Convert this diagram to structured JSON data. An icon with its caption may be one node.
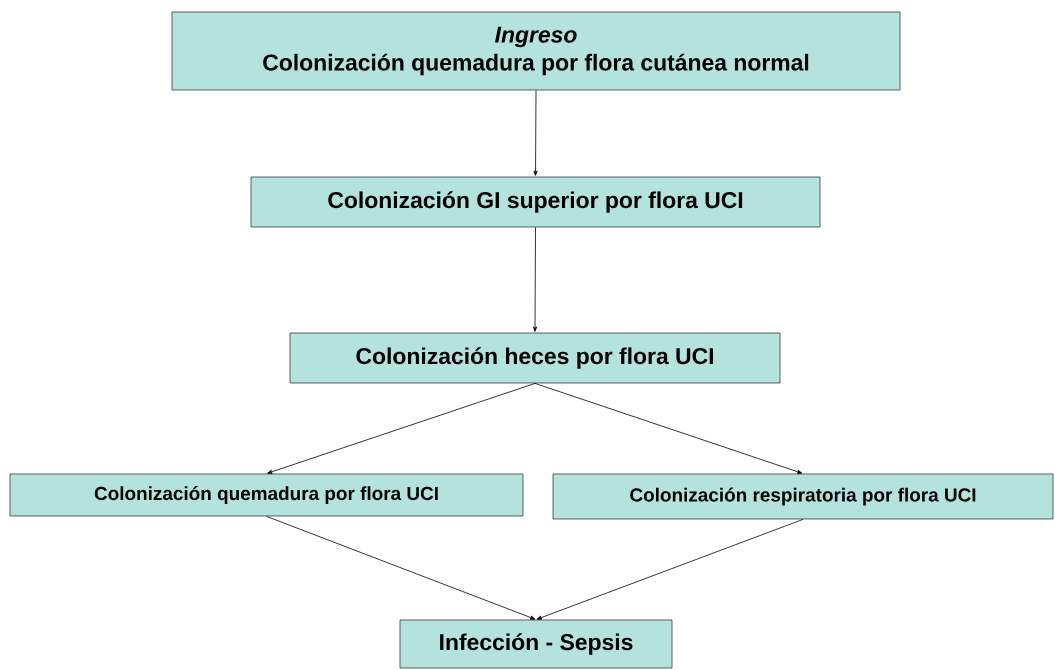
{
  "diagram": {
    "nodes": [
      {
        "text": [
          "Ingreso",
          "Colonización quemadura por flora cutánea normal"
        ]
      },
      {
        "text": [
          "Colonización GI superior por flora UCI"
        ]
      },
      {
        "text": [
          "Colonización heces por flora UCI"
        ]
      },
      {
        "text": [
          "Colonización quemadura por flora UCI"
        ]
      },
      {
        "text": [
          "Colonización respiratoria por flora UCI"
        ]
      },
      {
        "text": [
          "Infección - Sepsis"
        ]
      }
    ],
    "edges": [
      {
        "from": 0,
        "to": 1,
        "arrow": "to"
      },
      {
        "from": 1,
        "to": 2,
        "arrow": "to"
      },
      {
        "from": 2,
        "to": 3,
        "arrow": "to"
      },
      {
        "from": 2,
        "to": 4,
        "arrow": "to"
      },
      {
        "from": 3,
        "to": 5,
        "arrow": "to"
      },
      {
        "from": 4,
        "to": 5,
        "arrow": "to"
      }
    ]
  }
}
